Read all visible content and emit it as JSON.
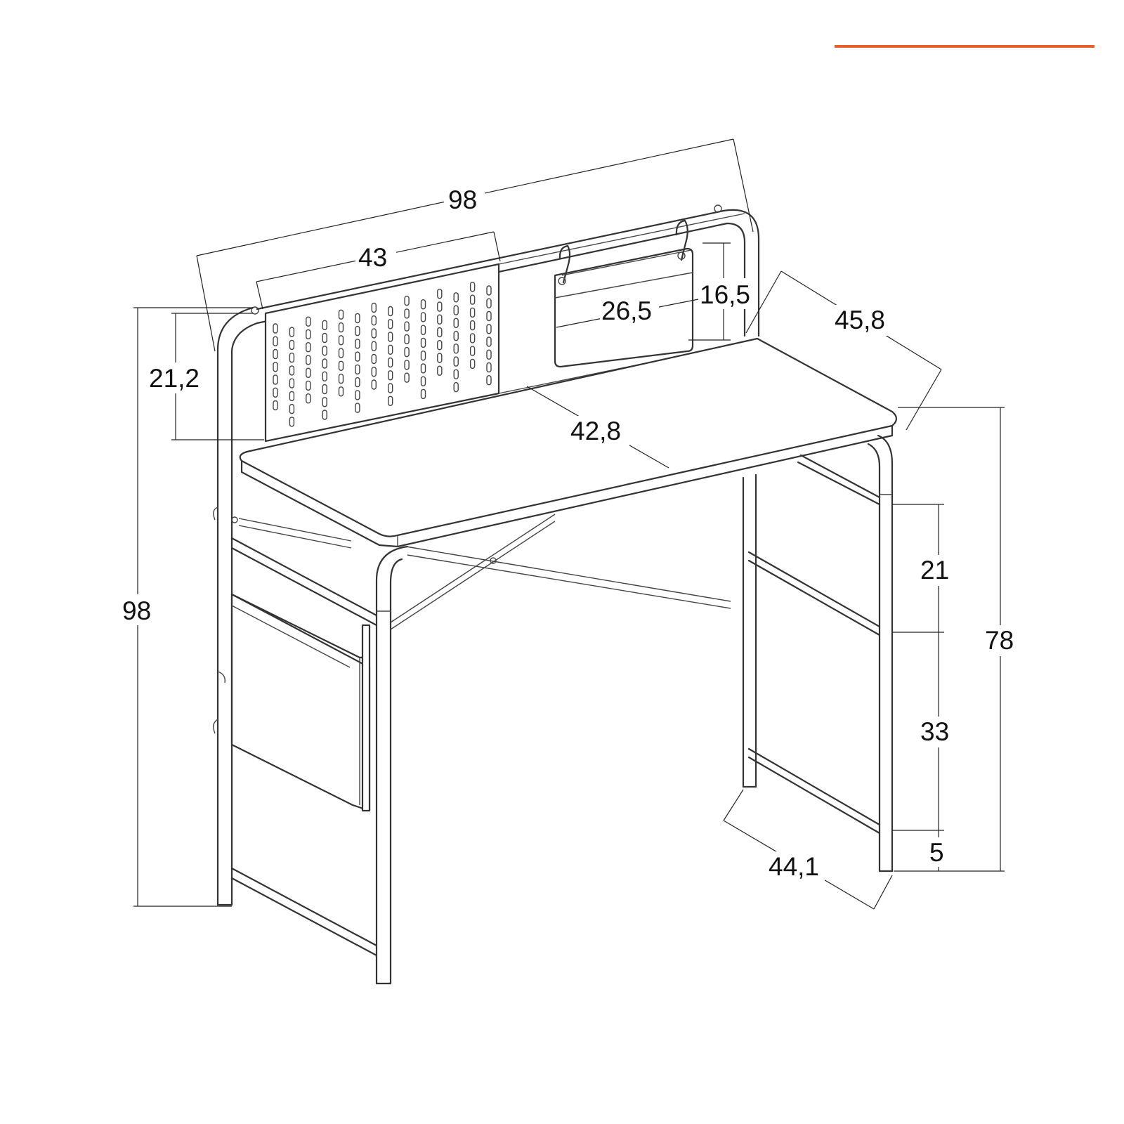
{
  "accent_color": "#e8602c",
  "line_color": "#333333",
  "dimensions": {
    "total_width": "98",
    "pegboard_width": "43",
    "shelf_depth": "45,8",
    "pouch_height": "16,5",
    "pouch_width": "26,5",
    "pegboard_height": "21,2",
    "total_height": "98",
    "inner_depth": "42,8",
    "upper_gap": "21",
    "lower_gap": "33",
    "foot_bar_height": "5",
    "desk_height": "78",
    "leg_depth": "44,1"
  }
}
